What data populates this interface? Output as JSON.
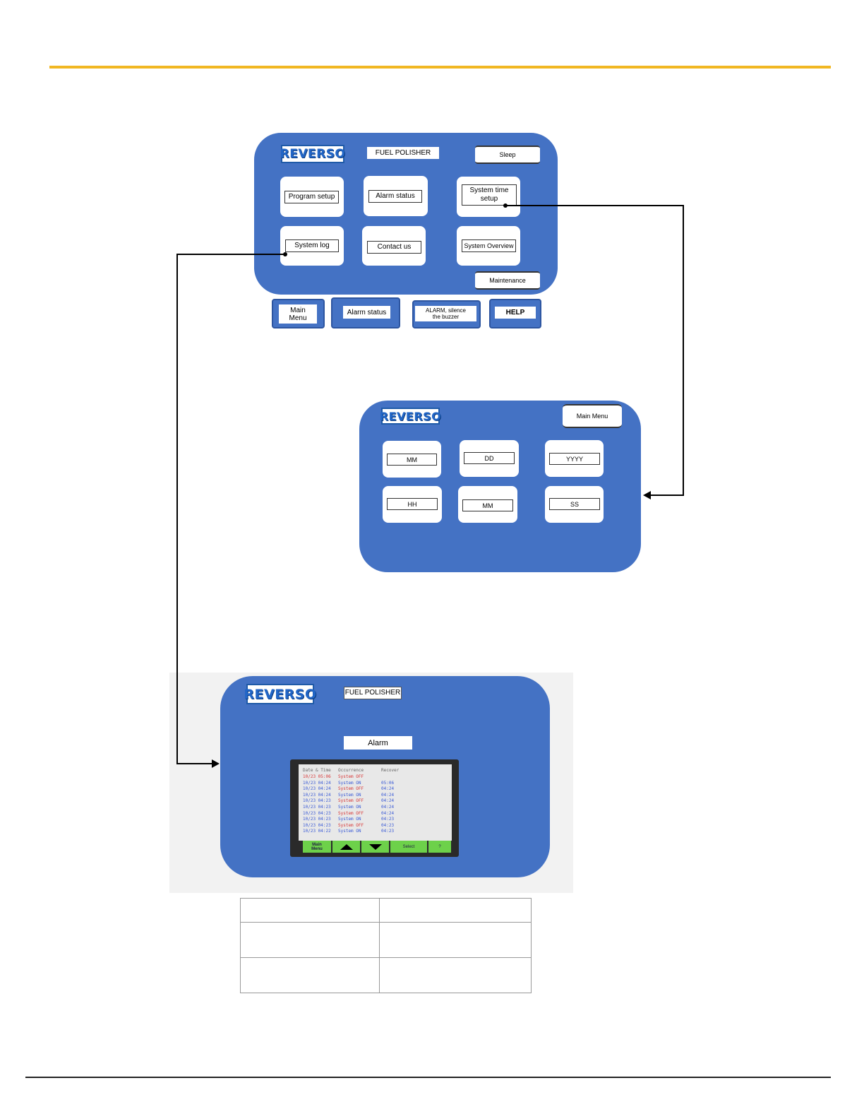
{
  "main_screen": {
    "logo": "REVERSO",
    "title": "FUEL POLISHER",
    "sleep": "Sleep",
    "buttons": {
      "program_setup": "Program setup",
      "alarm_status": "Alarm status",
      "system_time_setup": "System time setup",
      "system_log": "System log",
      "contact_us": "Contact us",
      "system_overview": "System Overview"
    },
    "maintenance": "Maintenance"
  },
  "nav_bar": {
    "main_menu": "Main Menu",
    "alarm_status": "Alarm status",
    "alarm_silence": "ALARM, silence the buzzer",
    "help": "HELP"
  },
  "time_screen": {
    "logo": "REVERSO",
    "main_menu": "Main Menu",
    "fields": [
      "MM",
      "DD",
      "YYYY",
      "HH",
      "MM",
      "SS"
    ]
  },
  "log_screen": {
    "logo": "REVERSO",
    "title": "FUEL POLISHER",
    "alarm_label": "Alarm",
    "photo": {
      "headers": [
        "Date & Time",
        "Occurrence",
        "Recover"
      ],
      "rows": [
        [
          "10/23 05:06",
          "System OFF",
          ""
        ],
        [
          "10/23 04:24",
          "System ON",
          "05:06"
        ],
        [
          "10/23 04:24",
          "System OFF",
          "04:24"
        ],
        [
          "10/23 04:24",
          "System ON",
          "04:24"
        ],
        [
          "10/23 04:23",
          "System OFF",
          "04:24"
        ],
        [
          "10/23 04:23",
          "System ON",
          "04:24"
        ],
        [
          "10/23 04:23",
          "System OFF",
          "04:24"
        ],
        [
          "10/23 04:23",
          "System ON",
          "04:23"
        ],
        [
          "10/23 04:23",
          "System OFF",
          "04:23"
        ],
        [
          "10/23 04:22",
          "System ON",
          "04:23"
        ]
      ],
      "softkeys": [
        "Main Menu",
        "",
        "",
        "Select",
        "?"
      ]
    }
  },
  "colors": {
    "panel": "#4472c4",
    "accent_rule": "#f1b722",
    "softkey": "#6dd14a"
  }
}
